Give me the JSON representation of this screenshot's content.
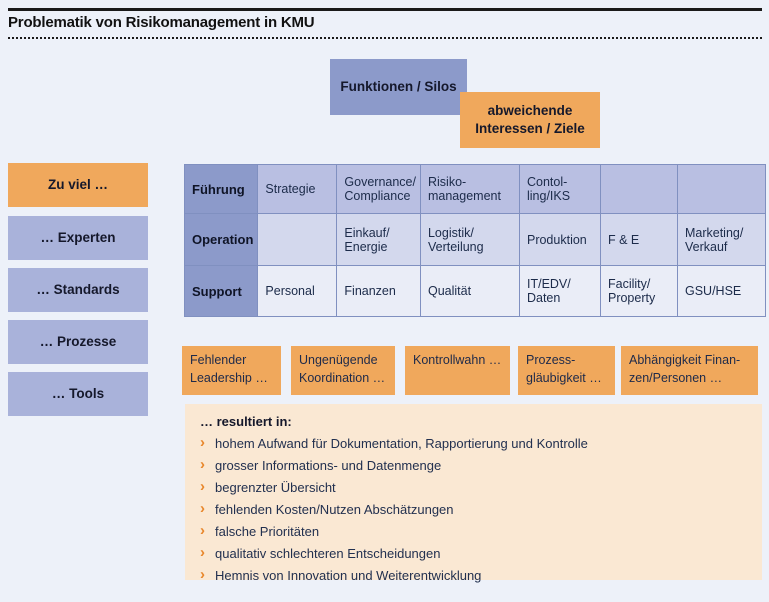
{
  "title": "Problematik von Risikomanagement in KMU",
  "top_boxes": {
    "functions": "Funktionen / Silos",
    "interests": "abweichende\nInteressen / Ziele"
  },
  "sidebar": {
    "items": [
      {
        "label": "Zu viel …",
        "variant": "orange"
      },
      {
        "label": "… Experten",
        "variant": "blue"
      },
      {
        "label": "… Standards",
        "variant": "blue"
      },
      {
        "label": "… Prozesse",
        "variant": "blue"
      },
      {
        "label": "… Tools",
        "variant": "blue"
      }
    ]
  },
  "matrix": {
    "rows": [
      {
        "header": "Führung",
        "cells": [
          "Strategie",
          "Governance/\nCompliance",
          "Risiko-\nmanagement",
          "Contol-\nling/IKS",
          "",
          ""
        ]
      },
      {
        "header": "Operation",
        "cells": [
          "",
          "Einkauf/\nEnergie",
          "Logistik/\nVerteilung",
          "Produktion",
          "F & E",
          "Marketing/\nVerkauf"
        ]
      },
      {
        "header": "Support",
        "cells": [
          "Personal",
          "Finanzen",
          "Qualität",
          "IT/EDV/\nDaten",
          "Facility/\nProperty",
          "GSU/HSE"
        ]
      }
    ]
  },
  "problem_boxes": [
    "Fehlender\nLeadership …",
    "Ungenügende\nKoordination …",
    "Kontrollwahn …",
    "Prozess-\ngläubigkeit …",
    "Abhängigkeit Finan-\nzen/Personen …"
  ],
  "results": {
    "heading": "… resultiert in:",
    "bullet_glyph": "›",
    "items": [
      "hohem Aufwand für Dokumentation, Rapportierung und Kontrolle",
      "grosser Informations- und Datenmenge",
      "begrenzter Übersicht",
      "fehlenden Kosten/Nutzen Abschätzungen",
      "falsche Prioritäten",
      "qualitativ schlechteren Entscheidungen",
      "Hemnis von Innovation und Weiterentwicklung"
    ]
  },
  "colors": {
    "background": "#edf1f9",
    "blue_dark": "#8c9aca",
    "blue_light": "#a9b2da",
    "row_fuehrung": "#b9bfe2",
    "row_operation": "#d3d8ed",
    "row_support": "#eaedf7",
    "orange": "#f0a85c",
    "peach_panel": "#fae8d3",
    "table_border": "#8090c0",
    "chevron_orange": "#e8862a",
    "text_dark": "#1e2a4a"
  }
}
